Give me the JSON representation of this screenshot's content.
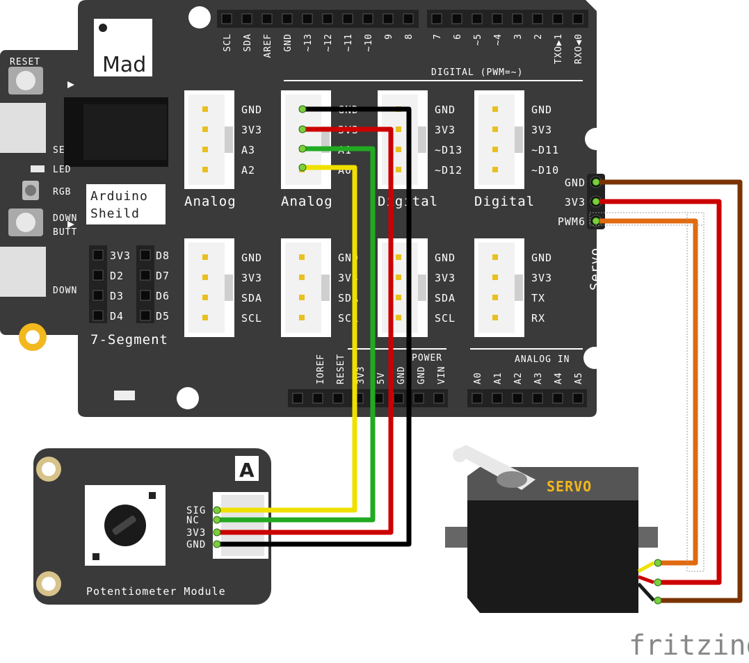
{
  "shield": {
    "logo": "Mad",
    "title_line1": "Arduino",
    "title_line2": "Sheild",
    "header_labels_left": [
      "SCL",
      "SDA",
      "AREF",
      "GND",
      "~13",
      "~12",
      "~11",
      "~10",
      "9",
      "8"
    ],
    "header_labels_right": [
      "7",
      "6",
      "~5",
      "~4",
      "3",
      "2",
      "TXO▶1",
      "RXO◀0"
    ],
    "digital_caption": "DIGITAL (PWM=~)",
    "power_labels": [
      "IOREF",
      "RESET",
      "3V3",
      "5V",
      "GND",
      "GND",
      "VIN"
    ],
    "power_caption": "POWER",
    "analog_labels": [
      "A0",
      "A1",
      "A2",
      "A3",
      "A4",
      "A5"
    ],
    "analog_caption": "ANALOG IN",
    "side_labels": [
      "RESET",
      "SE",
      "LED",
      "RGB",
      "DOWN",
      "BUTT",
      "DOWN"
    ],
    "seg_pins_left": [
      "3V3",
      "D2",
      "D3",
      "D4"
    ],
    "seg_pins_right": [
      "D8",
      "D7",
      "D6",
      "D5"
    ],
    "seg_caption": "7-Segment",
    "servo_pins": [
      "GND",
      "3V3",
      "PWM6"
    ],
    "servo_caption": "Servo",
    "connectors": [
      {
        "caption": "Analog",
        "pins": [
          "GND",
          "3V3",
          "A3",
          "A2"
        ]
      },
      {
        "caption": "Analog",
        "pins": [
          "GND",
          "3V3",
          "A1",
          "A0"
        ]
      },
      {
        "caption": "Digital",
        "pins": [
          "GND",
          "3V3",
          "~D13",
          "~D12"
        ]
      },
      {
        "caption": "Digital",
        "pins": [
          "GND",
          "3V3",
          "~D11",
          "~D10"
        ]
      },
      {
        "caption": "",
        "pins": [
          "GND",
          "3V3",
          "SDA",
          "SCL"
        ]
      },
      {
        "caption": "",
        "pins": [
          "GND",
          "3V3",
          "SDA",
          "SCL"
        ]
      },
      {
        "caption": "",
        "pins": [
          "GND",
          "3V3",
          "SDA",
          "SCL"
        ]
      },
      {
        "caption": "",
        "pins": [
          "GND",
          "3V3",
          "TX",
          "RX"
        ]
      }
    ]
  },
  "pot_module": {
    "badge": "A",
    "pins": [
      "SIG",
      "NC",
      "3V3",
      "GND"
    ],
    "caption": "Potentiometer Module"
  },
  "servo": {
    "label": "SERVO"
  },
  "watermark": "fritzing",
  "colors": {
    "board": "#3a3a3a",
    "wire_gnd": "#000000",
    "wire_3v3": "#cc0000",
    "wire_nc": "#22aa22",
    "wire_sig": "#f0e000",
    "wire_servo_gnd": "#7a3300",
    "wire_servo_pwm": "#e06a10"
  }
}
